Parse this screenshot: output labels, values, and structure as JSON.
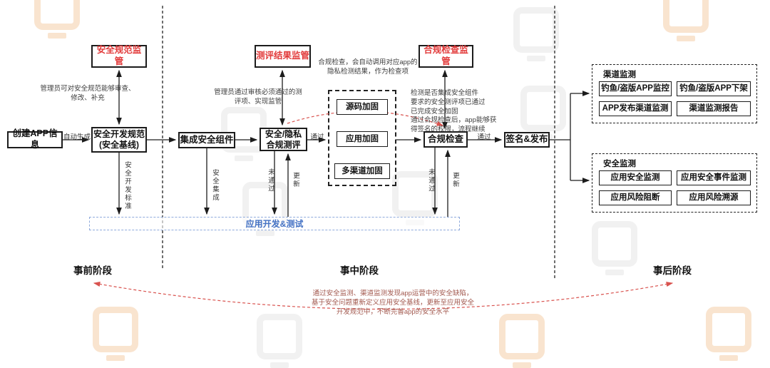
{
  "diagram": {
    "monitors": [
      {
        "label": "安全规范监管"
      },
      {
        "label": "测评结果监管"
      },
      {
        "label": "合规检查监管"
      }
    ],
    "flow": {
      "create_app": "创建APP信息",
      "dev_spec": "安全开发规范\n(安全基线)",
      "integrate": "集成安全组件",
      "assess": "安全/隐私\n合规测评",
      "compliance": "合规检查",
      "sign_publish": "签名&发布"
    },
    "hardening": {
      "items": [
        "源码加固",
        "应用加固",
        "多渠道加固"
      ]
    },
    "channel_monitor": {
      "title": "渠道监测",
      "items": [
        "钓鱼/盗版APP监控",
        "钓鱼/盗版APP下架",
        "APP发布渠道监测",
        "渠道监测报告"
      ]
    },
    "security_monitor": {
      "title": "安全监测",
      "items": [
        "应用安全监测",
        "应用安全事件监测",
        "应用风险阻断",
        "应用风险溯源"
      ]
    },
    "dev_bar": "应用开发&测试",
    "phases": [
      "事前阶段",
      "事中阶段",
      "事后阶段"
    ],
    "edge_labels": {
      "auto_generate": "自动生成",
      "pass1": "通过",
      "pass2": "通过",
      "dev_standard": "安全开发标准",
      "sec_integrate": "安全集成",
      "fail1": "未通过",
      "update1": "更新",
      "fail2": "未通过",
      "update2": "更新"
    },
    "notes": {
      "spec_note": "管理员可对安全规范能够审查、\n修改、补充",
      "assess_note": "管理员通过审核必须通过的测\n评项、实现监管",
      "compliance_note_left": "合规检查，会自动调用对应app的\n隐私检测结果，作为检查项",
      "compliance_note_right": "检测是否集成安全组件\n要求的安全测评项已通过\n已完成安全加固\n通过合规检查后，app能够获\n得签名的权限，流程继续",
      "bottom_note": "通过安全监测、渠道监测发现app运营中的安全缺陷，\n基于安全问题重新定义应用安全基线，更新至应用安全\n开发规范中，不断完善app的安全水平"
    },
    "colors": {
      "monitor_red": "#e23b3b",
      "bar_blue": "#4472c4",
      "curve_red": "#d9534f",
      "note_red": "#a2584e"
    }
  }
}
